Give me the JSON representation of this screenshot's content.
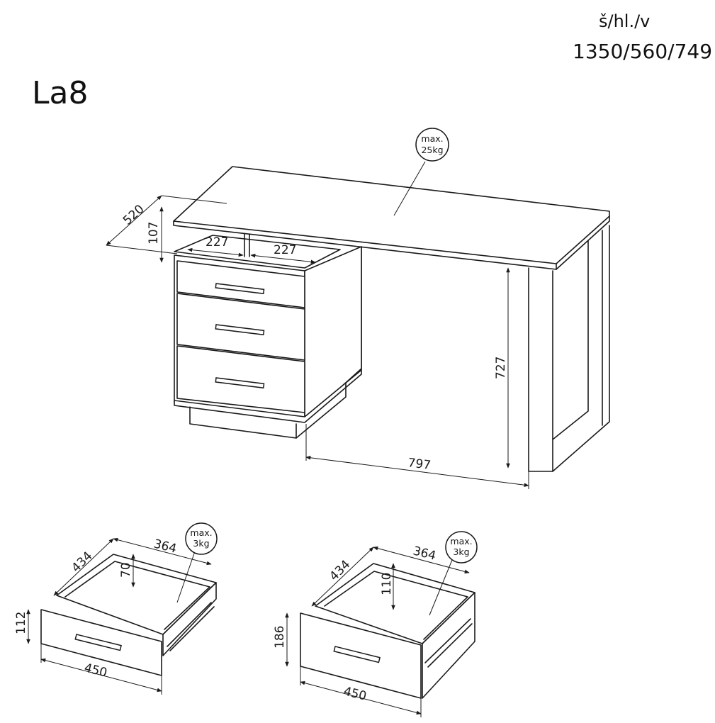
{
  "model": "La8",
  "header": {
    "dims_label": "š/hl./v",
    "dims_value": "1350/560/749"
  },
  "desk": {
    "load_badge": {
      "line1": "max.",
      "line2": "25kg"
    },
    "dim_depth": "520",
    "dim_top_height": "107",
    "dim_drawer_left": "227",
    "dim_drawer_right": "227",
    "dim_height": "727",
    "dim_clearance": "797"
  },
  "drawer_small": {
    "load_badge": {
      "line1": "max.",
      "line2": "3kg"
    },
    "dim_depth": "434",
    "dim_inner_width": "364",
    "dim_inner_height": "70",
    "dim_front_height": "112",
    "dim_front_width": "450"
  },
  "drawer_large": {
    "load_badge": {
      "line1": "max.",
      "line2": "3kg"
    },
    "dim_depth": "434",
    "dim_inner_width": "364",
    "dim_inner_height": "110",
    "dim_front_height": "186",
    "dim_front_width": "450"
  }
}
